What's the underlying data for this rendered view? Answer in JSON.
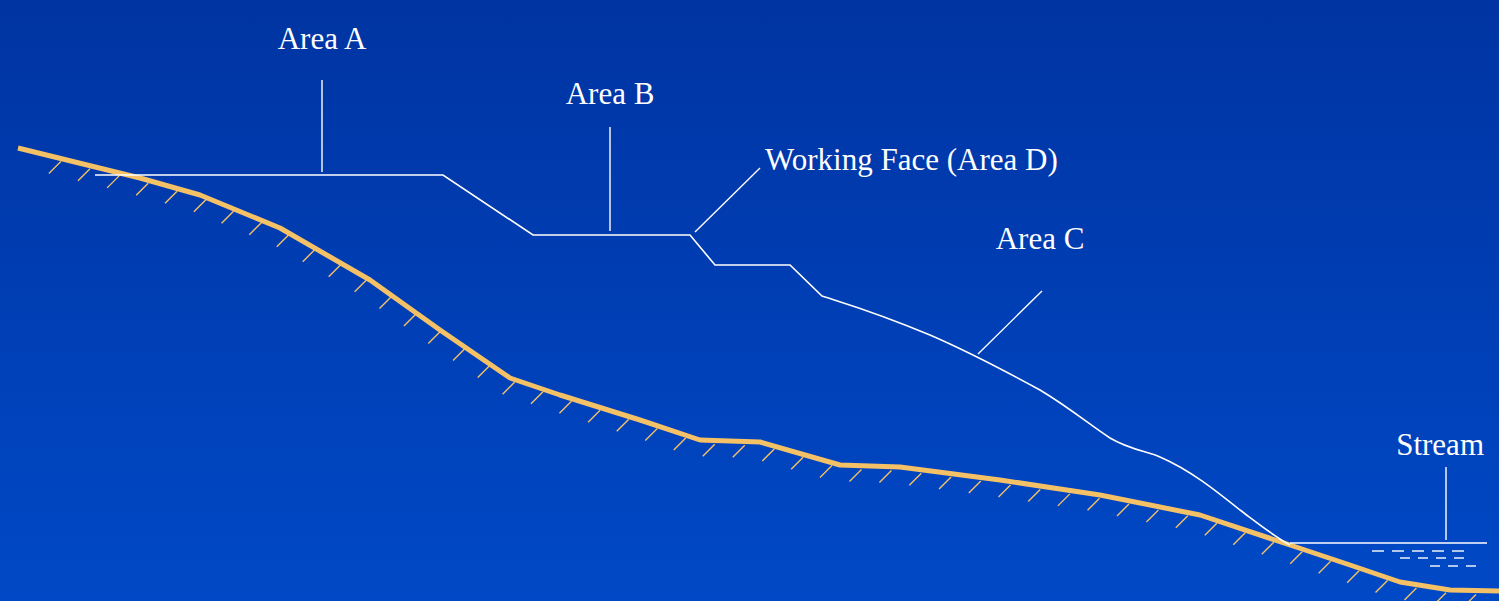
{
  "diagram": {
    "labels": [
      "Area A",
      "Area B",
      "Working Face (Area D)",
      "Area C",
      "Stream"
    ]
  }
}
